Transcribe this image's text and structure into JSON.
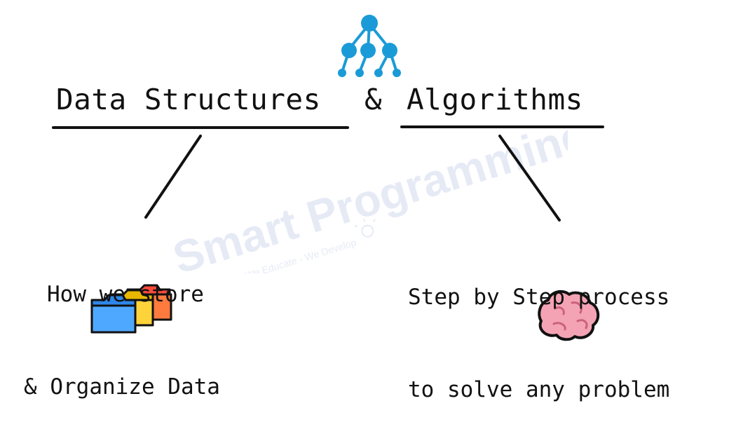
{
  "title": {
    "left": "Data Structures",
    "amp": "&",
    "right": "Algorithms"
  },
  "nodes": {
    "data_structures": {
      "line1": "How we store",
      "line2": "& Organize Data",
      "icon": "folders-icon"
    },
    "algorithms": {
      "line1": "Step by Step process",
      "line2": "to solve any problem",
      "icon": "brain-icon"
    }
  },
  "top_icon": "tree-hierarchy-icon",
  "watermark": {
    "brand": "Smart Programming",
    "tagline": "We Educate - We Develop"
  },
  "colors": {
    "tree": "#1a9bd7",
    "line": "#111111",
    "folder_blue": "#4fa8ff",
    "folder_yellow": "#ffd43b",
    "folder_orange": "#ff7a3d",
    "folder_red": "#ff4a3a",
    "brain": "#f4a3b4",
    "watermark": "#8fa3d6"
  }
}
